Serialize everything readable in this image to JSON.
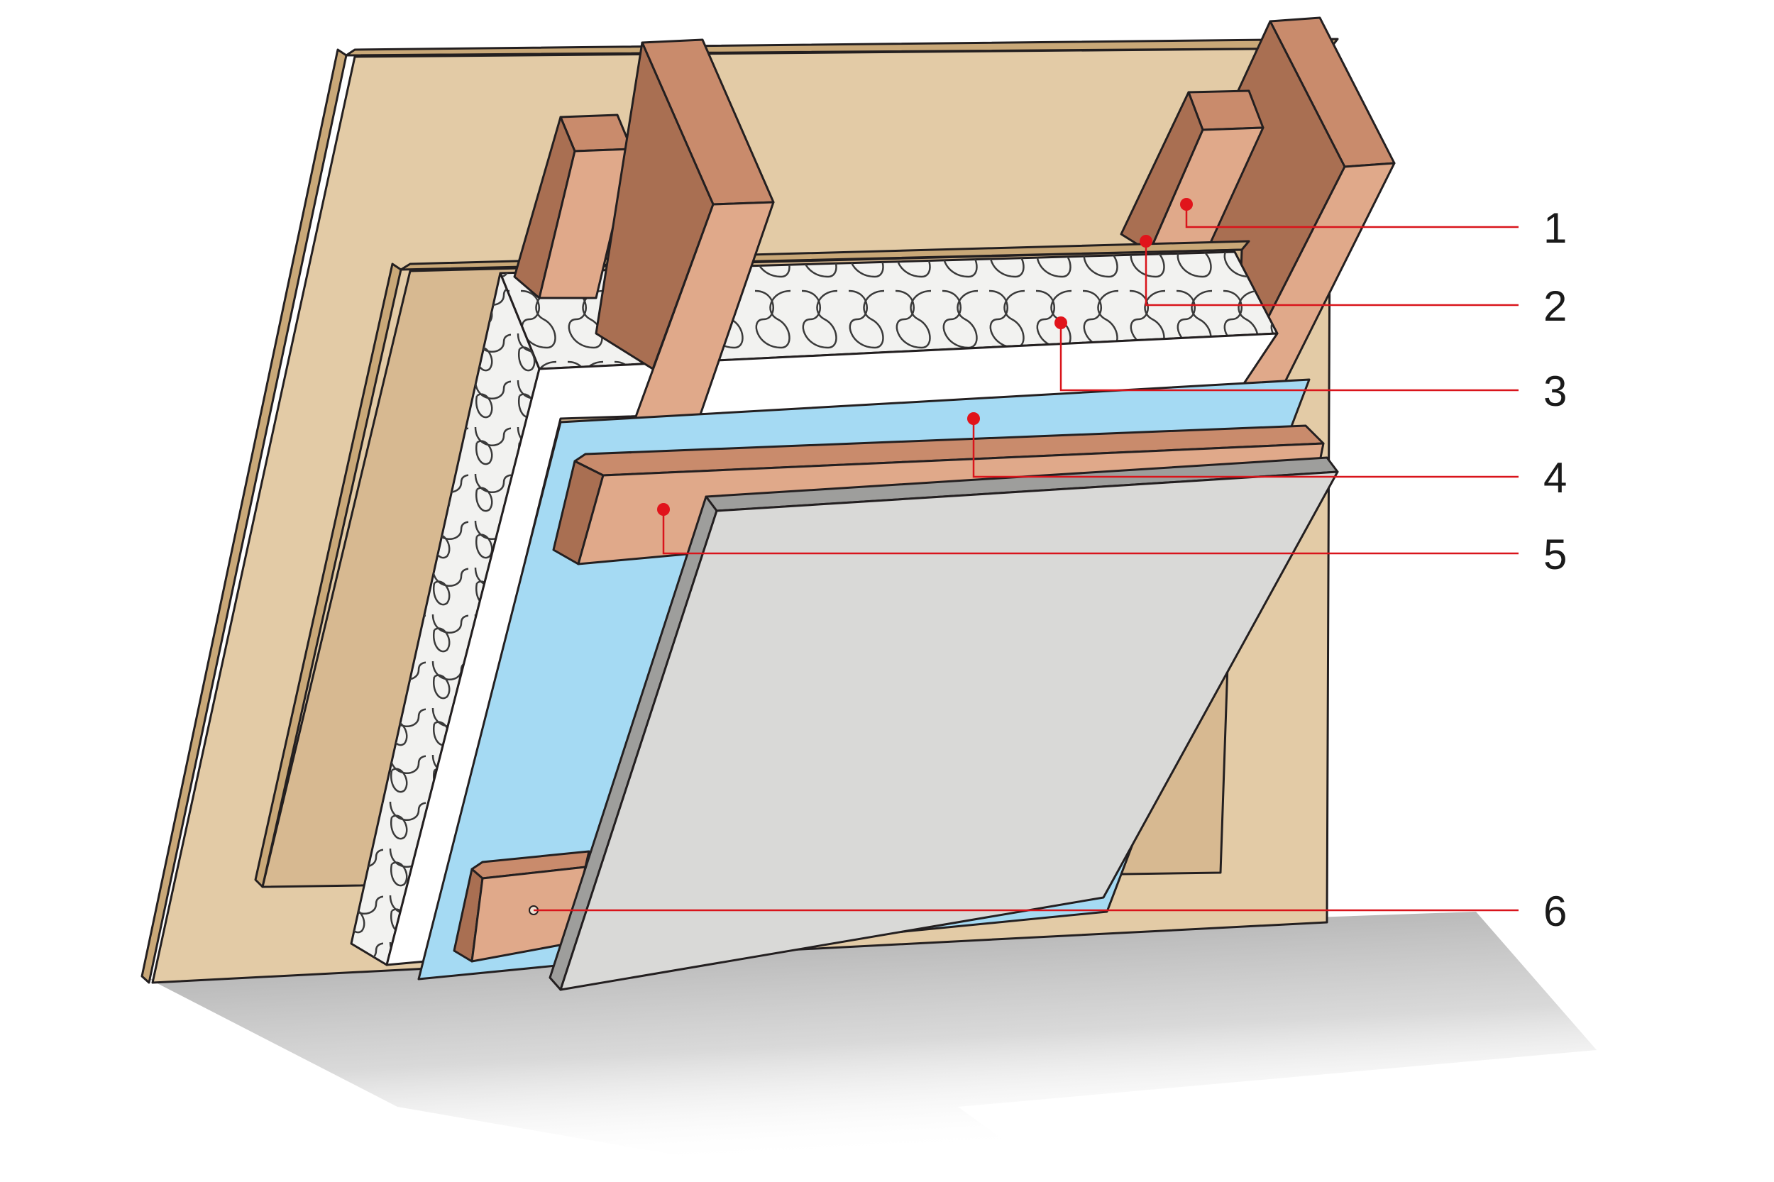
{
  "colors": {
    "board_face": "#e3cba6",
    "board_edge": "#c9a878",
    "board_inner_face": "#d7b991",
    "rafter_front": "#e0a98a",
    "rafter_side": "#a96f52",
    "rafter_top": "#c98b6c",
    "insulation_face": "#f2f2f0",
    "insulation_edge": "#e1e1dd",
    "vapour_membrane": "#a5daf3",
    "batten_front": "#e0a98a",
    "batten_top": "#c98b6c",
    "plasterboard_face": "#d9d9d7",
    "plasterboard_edge": "#9e9e9c",
    "shadow": "#cfcfcf",
    "leader_line": "#d9141b",
    "leader_dot": "#e1141b"
  },
  "callouts": [
    {
      "id": "1",
      "label": "1"
    },
    {
      "id": "2",
      "label": "2"
    },
    {
      "id": "3",
      "label": "3"
    },
    {
      "id": "4",
      "label": "4"
    },
    {
      "id": "5",
      "label": "5"
    },
    {
      "id": "6",
      "label": "6"
    }
  ]
}
